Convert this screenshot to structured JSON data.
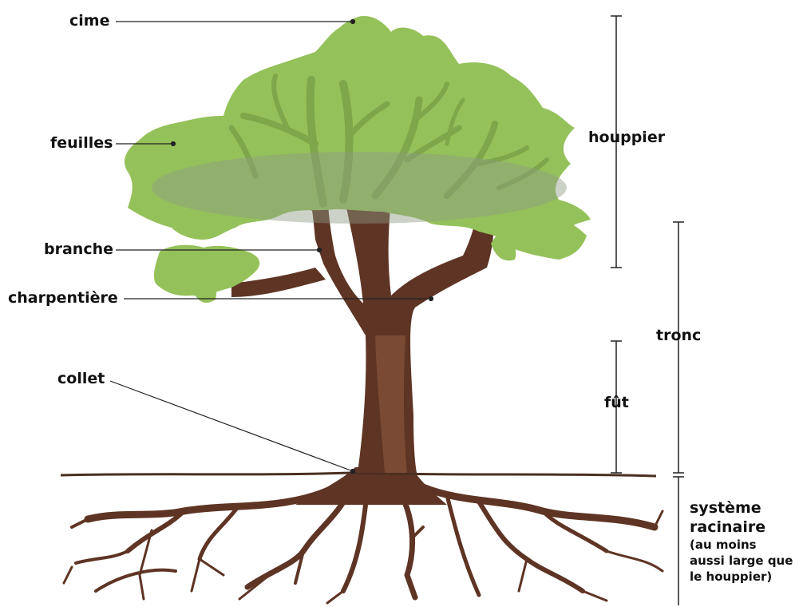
{
  "labels": {
    "cime": "cime",
    "feuilles": "feuilles",
    "branche": "branche",
    "charpentiere": "charpentière",
    "collet": "collet",
    "houppier": "houppier",
    "tronc": "tronc",
    "fut": "fût",
    "systeme_racinaire": {
      "line1": "système",
      "line2": "racinaire",
      "note1": "(au moins",
      "note2": "aussi large que",
      "note3": "le houppier)"
    }
  },
  "colors": {
    "foliage": "#95c15a",
    "foliage_dark": "#7ea64a",
    "foliage_shadow": "#9aa88f",
    "trunk": "#5e3424",
    "trunk_highlight": "#7a4a34",
    "root": "#5e3424",
    "ground": "#4a2f20",
    "text": "#111111",
    "leader": "#222222"
  }
}
